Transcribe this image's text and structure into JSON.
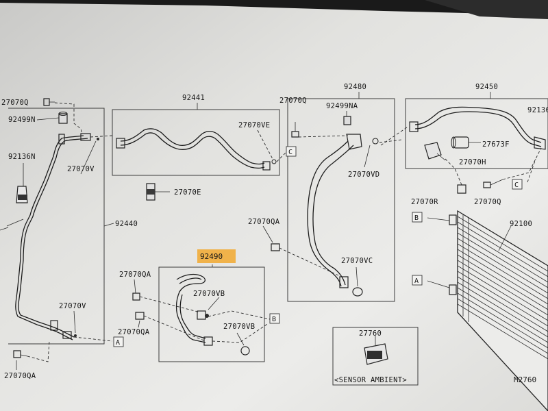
{
  "diagram": {
    "labels": {
      "l_27070q_tl": "27070Q",
      "l_92499n": "92499N",
      "l_92136n": "92136N",
      "l_27070v_1": "27070V",
      "l_92441": "92441",
      "l_27070ve": "27070VE",
      "l_27070e": "27070E",
      "l_92440": "92440",
      "l_27070q_mid": "27070Q",
      "l_92480": "92480",
      "l_92499na": "92499NA",
      "l_27070vd": "27070VD",
      "l_27070qa_mid": "27070QA",
      "l_27070vc": "27070VC",
      "l_92450": "92450",
      "l_92136_cut": "92136",
      "l_27673f": "27673F",
      "l_27070h": "27070H",
      "l_27070r": "27070R",
      "l_27070q_right": "27070Q",
      "l_92100": "92100",
      "l_92490": "92490",
      "l_27070qa_1": "27070QA",
      "l_27070vb_1": "27070VB",
      "l_27070v_2": "27070V",
      "l_27070qa_2": "27070QA",
      "l_27070vb_2": "27070VB",
      "l_27070qa_bl": "27070QA",
      "l_27760": "27760",
      "l_sensor": "<SENSOR AMBIENT>",
      "l_code": "M2760"
    },
    "refs": {
      "c_92441": "C",
      "c_92450": "C",
      "b_92490": "B",
      "b_cond": "B",
      "a_cond": "A",
      "a_92440": "A"
    },
    "highlight_color": "#f0b24a"
  }
}
